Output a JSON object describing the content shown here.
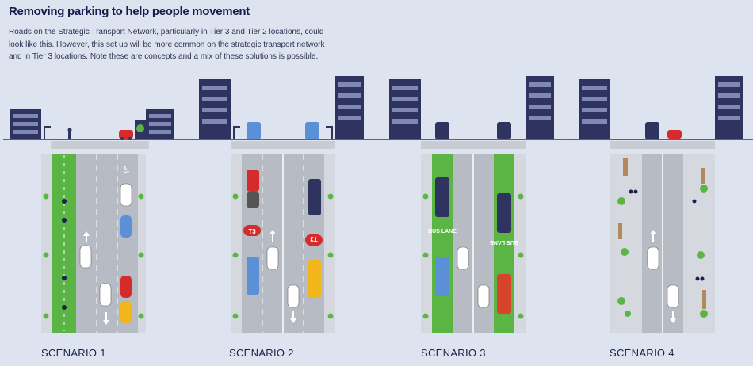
{
  "header": {
    "title": "Removing parking to help people movement",
    "description_lines": [
      "Roads on the Strategic Transport Network, particularly in Tier 3 and Tier 2 locations, could",
      "look like this. However, this set up will be more common on the strategic transport network",
      "and in Tier 3 locations. Note these are concepts and a mix of these solutions is possible."
    ]
  },
  "scenarios": [
    {
      "label": "SCENARIO 1"
    },
    {
      "label": "SCENARIO 2",
      "lane_marking": "T3"
    },
    {
      "label": "SCENARIO 3",
      "lane_marking": "BUS LANE"
    },
    {
      "label": "SCENARIO 4"
    }
  ],
  "colors": {
    "background": "#dde4ef",
    "road": "#b7bcc4",
    "sidewalk": "#d5d9df",
    "bike_lane": "#5bb544",
    "bus_lane": "#5bb544",
    "building": "#2f3360",
    "t3_marking": "#d62b2b",
    "tree": "#5bb544"
  }
}
